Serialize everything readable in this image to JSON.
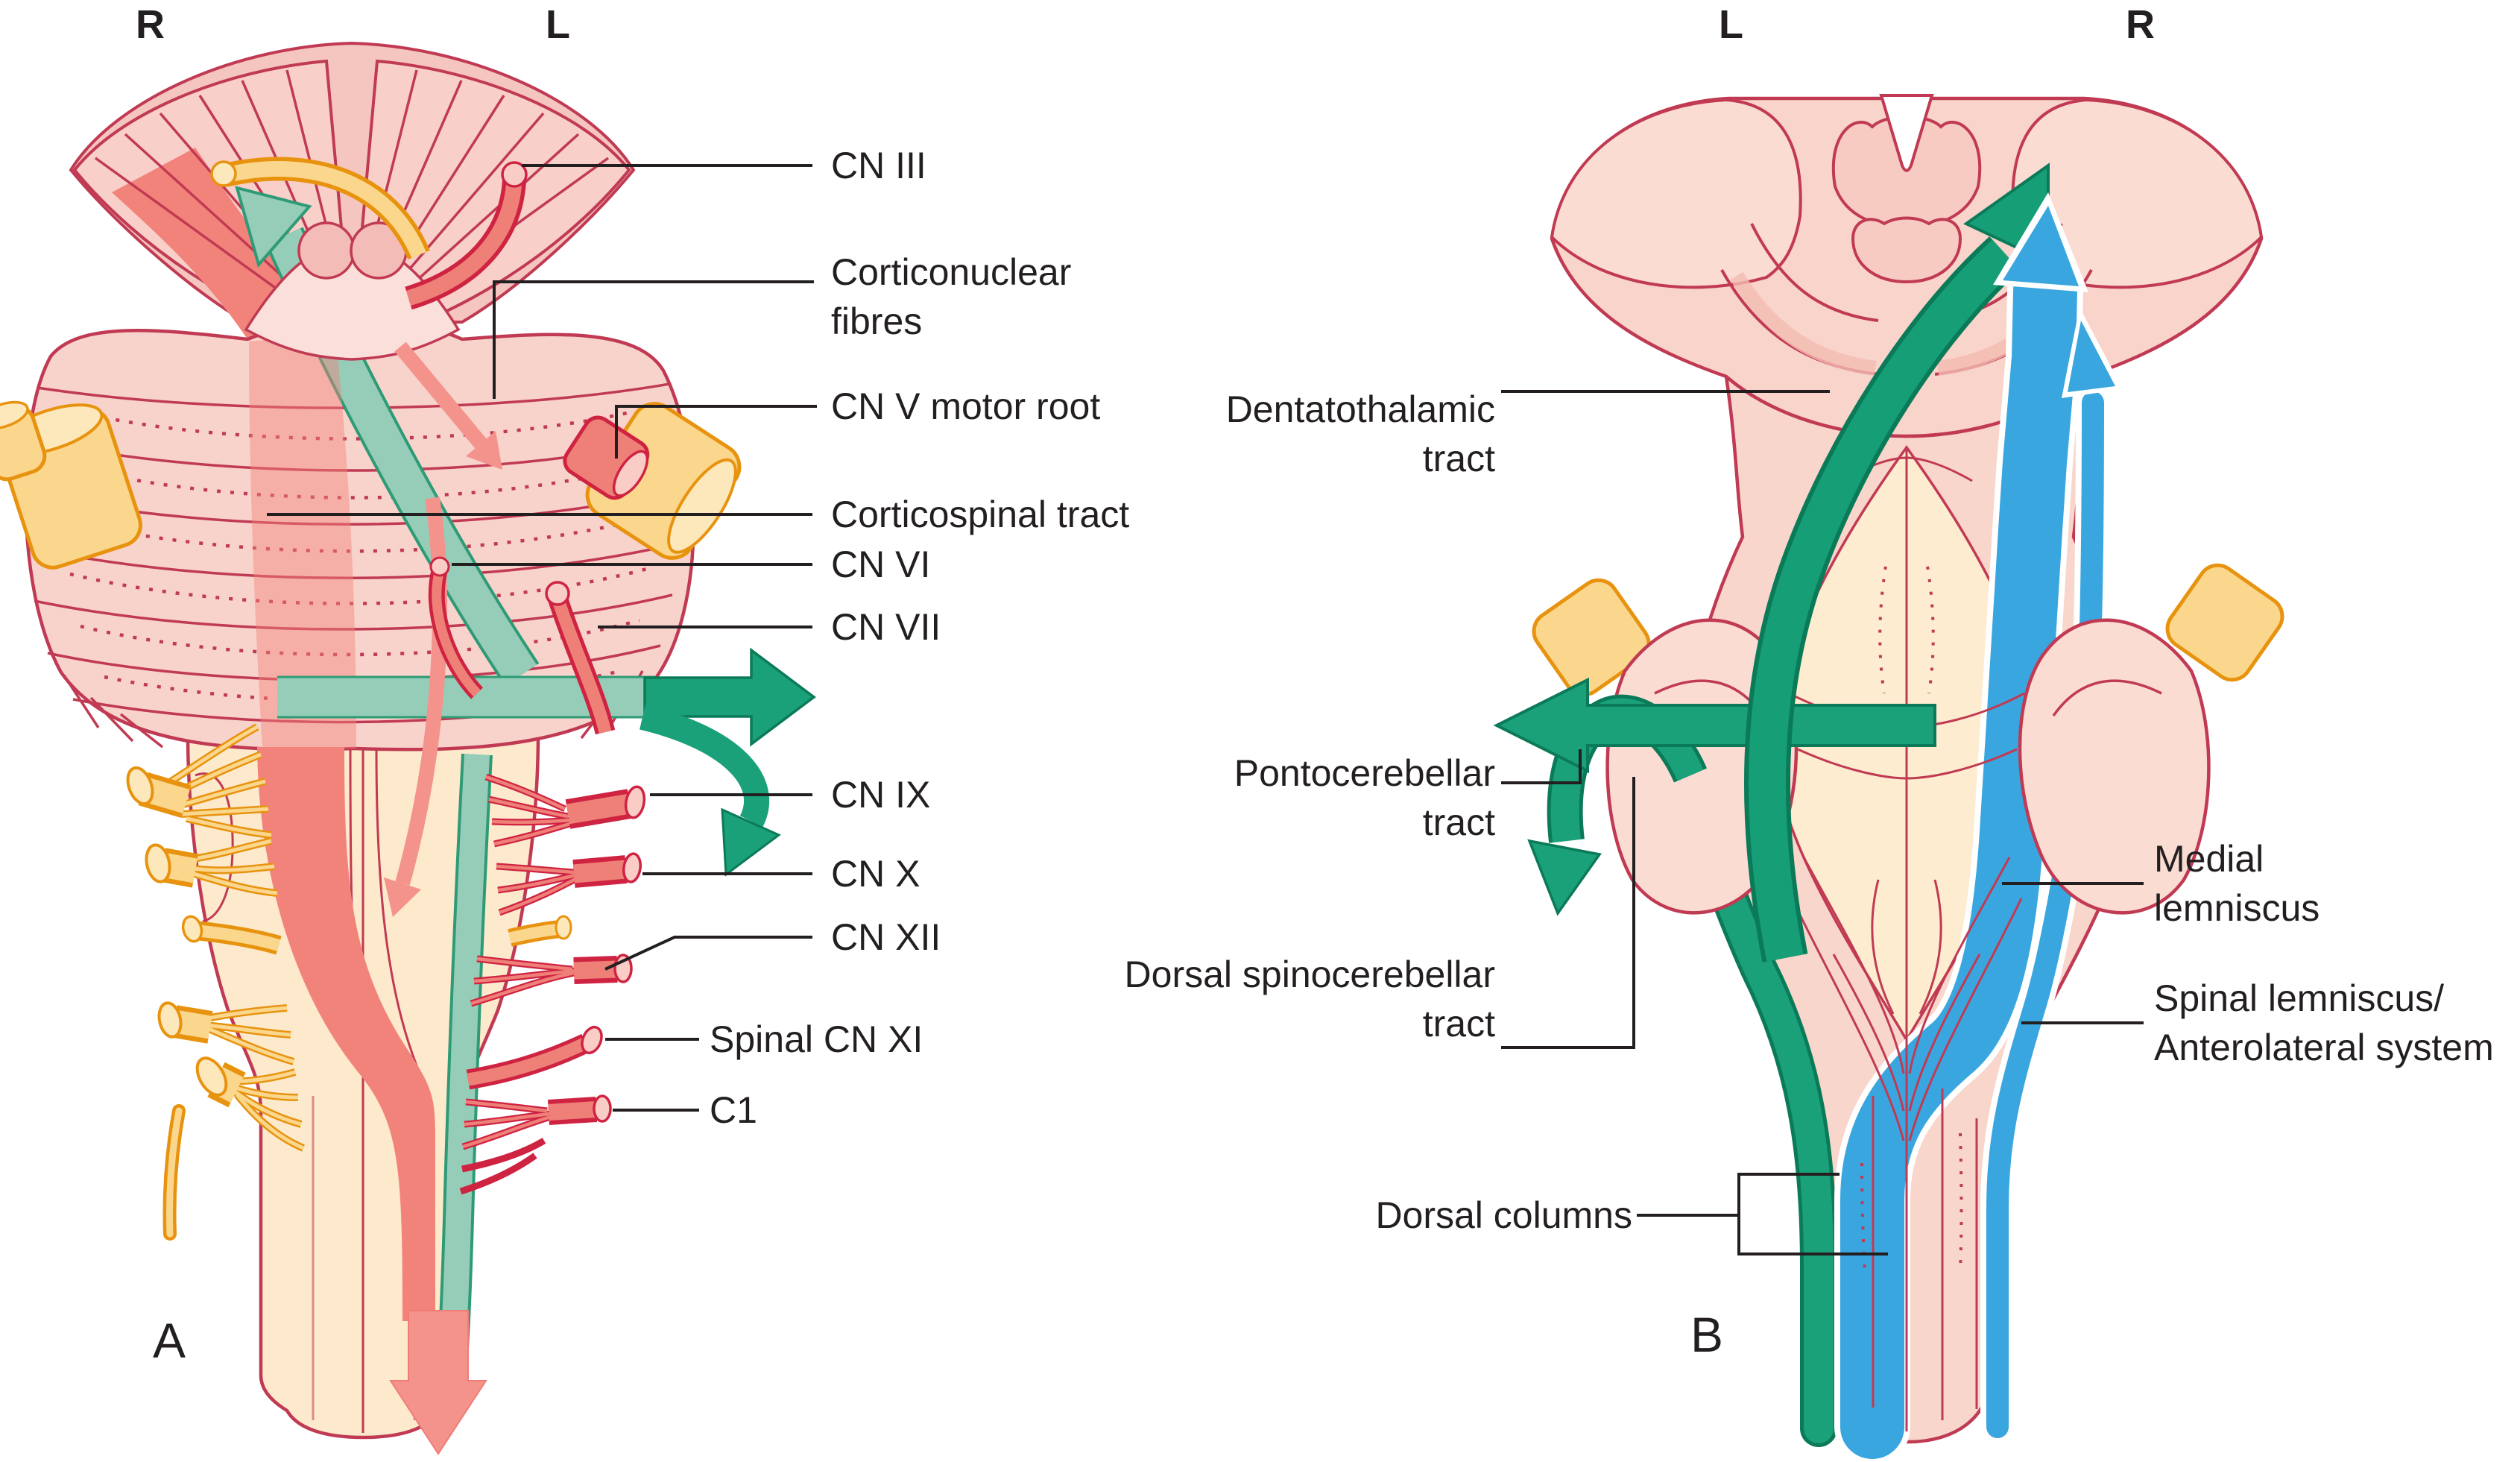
{
  "title": "Brainstem diagram: ventral view with cranial nerves (A) and dorsal view with tracts (B)",
  "colors": {
    "outline_crimson": "#c13a53",
    "pink_light": "#f8d3cb",
    "pink_shade": "#f3b9b1",
    "cream": "#fdeacd",
    "corticospinal_red": "#f2837b",
    "nerve_red_fill": "#ef8078",
    "nerve_red_stroke": "#cf2342",
    "nerve_yellow_fill": "#fbd78e",
    "nerve_yellow_stroke": "#e8930f",
    "tract_teal": "#96cdb9",
    "arrow_green": "#1aa179",
    "arrow_green_dark": "#0b7a58",
    "tract_blue": "#3aa6df",
    "label_text": "#231f20"
  },
  "panel_a": {
    "letter": "A",
    "side_left": "R",
    "side_right": "L",
    "labels": {
      "cn3": "CN III",
      "corticonuclear_1": "Corticonuclear",
      "corticonuclear_2": "fibres",
      "cn5": "CN V motor root",
      "corticospinal": "Corticospinal tract",
      "cn6": "CN VI",
      "cn7": "CN VII",
      "cn9": "CN IX",
      "cn10": "CN X",
      "cn12": "CN XII",
      "cn11": "Spinal CN XI",
      "c1": "C1"
    }
  },
  "panel_b": {
    "letter": "B",
    "side_left": "L",
    "side_right": "R",
    "labels": {
      "dentatothalamic_1": "Dentatothalamic",
      "dentatothalamic_2": "tract",
      "pontocerebellar_1": "Pontocerebellar",
      "pontocerebellar_2": "tract",
      "dorsal_spino_1": "Dorsal spinocerebellar",
      "dorsal_spino_2": "tract",
      "dorsal_columns": "Dorsal columns",
      "medial_lemniscus_1": "Medial",
      "medial_lemniscus_2": "lemniscus",
      "spinal_lemniscus_1": "Spinal lemniscus/",
      "spinal_lemniscus_2": "Anterolateral system"
    }
  }
}
